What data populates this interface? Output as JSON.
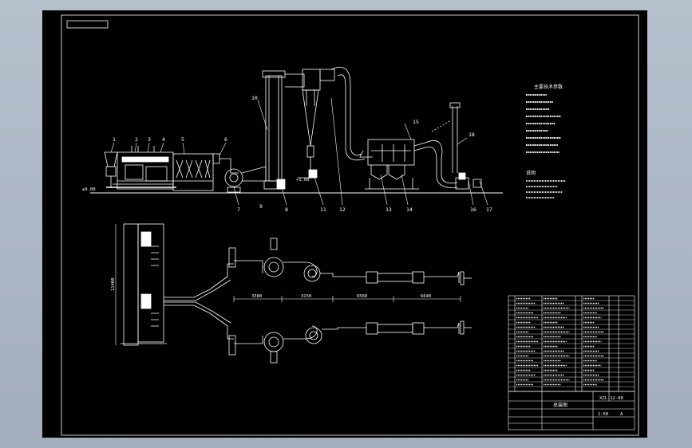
{
  "drawing": {
    "colors": {
      "background": "#000000",
      "line": "#ffffff",
      "viewport": "#a9b4c3"
    },
    "callouts": [
      "1",
      "2",
      "3",
      "4",
      "5",
      "6",
      "7",
      "8",
      "9",
      "10",
      "11",
      "12",
      "13",
      "14",
      "15",
      "16",
      "17",
      "18"
    ],
    "level_marks": {
      "ground": "±0.00",
      "cyclone_inlet": "+1.00"
    },
    "dimensions": [
      "3380",
      "3150",
      "6560",
      "6640"
    ],
    "vertical_dimension": "11400",
    "notes_title": "说明",
    "tech_title": "主要技术参数",
    "title_block": {
      "drawing_no": "XZL-12-00",
      "name": "总装图",
      "scale": "1:50",
      "sheet_mark": "A"
    }
  }
}
